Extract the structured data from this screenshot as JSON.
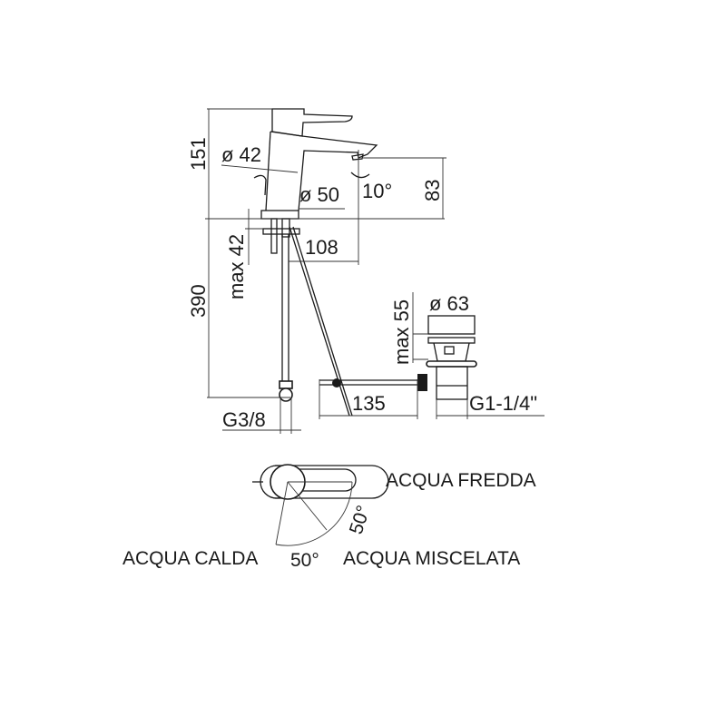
{
  "drawing": {
    "dimensions": {
      "height_total": "151",
      "spout_diameter": "ø 42",
      "base_diameter": "ø 50",
      "spout_angle": "10°",
      "spout_height": "83",
      "spout_reach": "108",
      "deck_thickness": "max 42",
      "hose_length": "390",
      "hose_thread": "G3/8",
      "waste_diameter": "ø 63",
      "waste_max_height": "max 55",
      "rod_length": "135",
      "waste_thread": "G1-1/4\""
    },
    "handle_diagram": {
      "cold_label": "ACQUA FREDDA",
      "hot_label": "ACQUA CALDA",
      "mixed_label": "ACQUA MISCELATA",
      "angle_hot": "50°",
      "angle_cold": "50°"
    }
  }
}
